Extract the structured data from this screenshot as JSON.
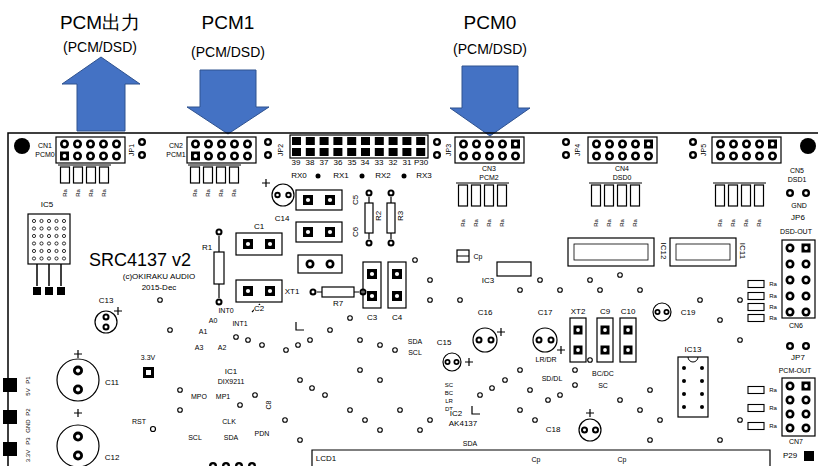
{
  "diagram": {
    "labels": [
      "PCM出力",
      "(PCM/DSD)",
      "PCM1",
      "(PCM/DSD)",
      "PCM0",
      "(PCM/DSD)",
      "CN1",
      "PCM0",
      "JP1",
      "CN2",
      "PCM1",
      "JP2",
      "39",
      "38",
      "37",
      "36",
      "35",
      "34",
      "33",
      "32",
      "31",
      "P30",
      "RX0",
      "RX1",
      "RX2",
      "RX3",
      "JP3",
      "CN3",
      "PCM2",
      "JP4",
      "CN4",
      "DSD0",
      "JP5",
      "CN5",
      "DSD1",
      "GND",
      "JP6",
      "DSD-OUT",
      "CN6",
      "JP7",
      "PCM-OUT",
      "CN7",
      "P29",
      "Ra",
      "Ra",
      "Ra",
      "Ra",
      "Ra",
      "Ra",
      "Ra",
      "Ra",
      "Ra",
      "Ra",
      "Ra",
      "Ra",
      "Ra",
      "Ra",
      "Ra",
      "Ra",
      "Ra",
      "Ra",
      "Ra",
      "Ra",
      "Ra",
      "Ra",
      "Ra",
      "Ra",
      "Ra",
      "Ra",
      "Ra",
      "IC5",
      "SRC4137 v2",
      "(c)OKIRAKU AUDIO",
      "2015-Dec",
      "C13",
      "R1",
      "C1",
      "C2",
      "C14",
      "C5",
      "C6",
      "R2",
      "R3",
      "XT1",
      "R7",
      "C3",
      "C4",
      "Cp",
      "IC3",
      "IC12",
      "IC11",
      "IC13",
      "XT2",
      "C9",
      "C10",
      "C19",
      "C17",
      "C16",
      "C15",
      "SDA",
      "SCL",
      "3.3V",
      "INT0",
      "A0",
      "INT1",
      "A1",
      "A3",
      "A2",
      "IC1",
      "DIX9211",
      "MPO",
      "MP1",
      "C8",
      "CLK",
      "PDN",
      "SCL",
      "SDA",
      "RST",
      "C11",
      "C12",
      "P1",
      "5V",
      "P2",
      "GND",
      "P3",
      "3.3V",
      "SC",
      "BC",
      "LR",
      "DT",
      "LR/DR",
      "BC/DC",
      "SD/DL",
      "SC",
      "IC2",
      "AK4137",
      "C18",
      "SDA",
      "LCD1",
      "Cp",
      "Cp"
    ]
  }
}
